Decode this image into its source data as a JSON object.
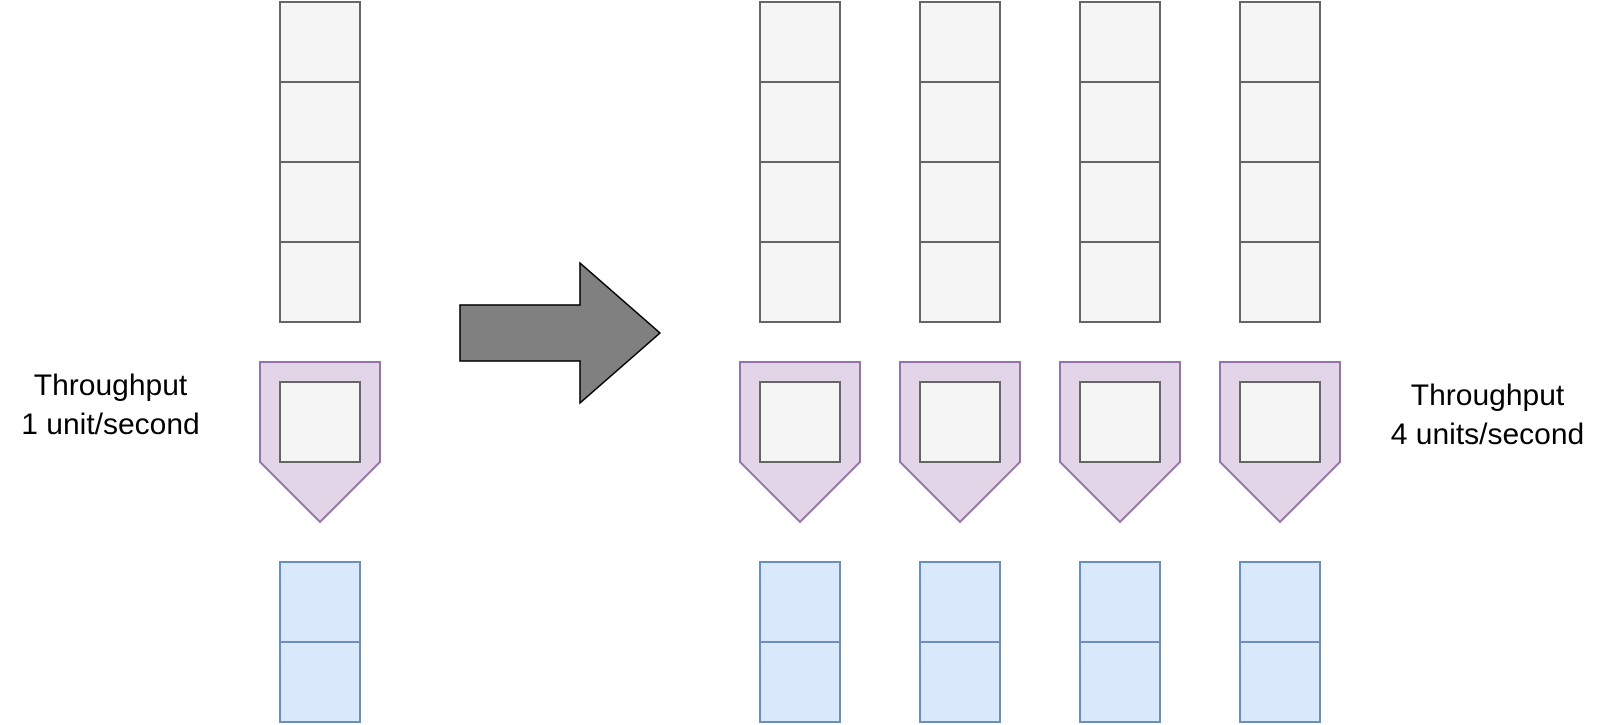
{
  "colors": {
    "queue_fill": "#f5f5f5",
    "queue_stroke": "#666666",
    "worker_fill": "#e1d5e7",
    "worker_stroke": "#9673a6",
    "output_fill": "#dae8fc",
    "output_stroke": "#6c8ebf",
    "arrow_fill": "#808080",
    "arrow_stroke": "#000000"
  },
  "before": {
    "pipelines": 1,
    "input_units_per_pipeline": 4,
    "output_units_per_pipeline": 2,
    "throughput_label": [
      "Throughput",
      "1 unit/second"
    ]
  },
  "after": {
    "pipelines": 4,
    "input_units_per_pipeline": 4,
    "output_units_per_pipeline": 2,
    "throughput_label": [
      "Throughput",
      "4 units/second"
    ]
  },
  "transition_icon": "right-arrow-icon"
}
